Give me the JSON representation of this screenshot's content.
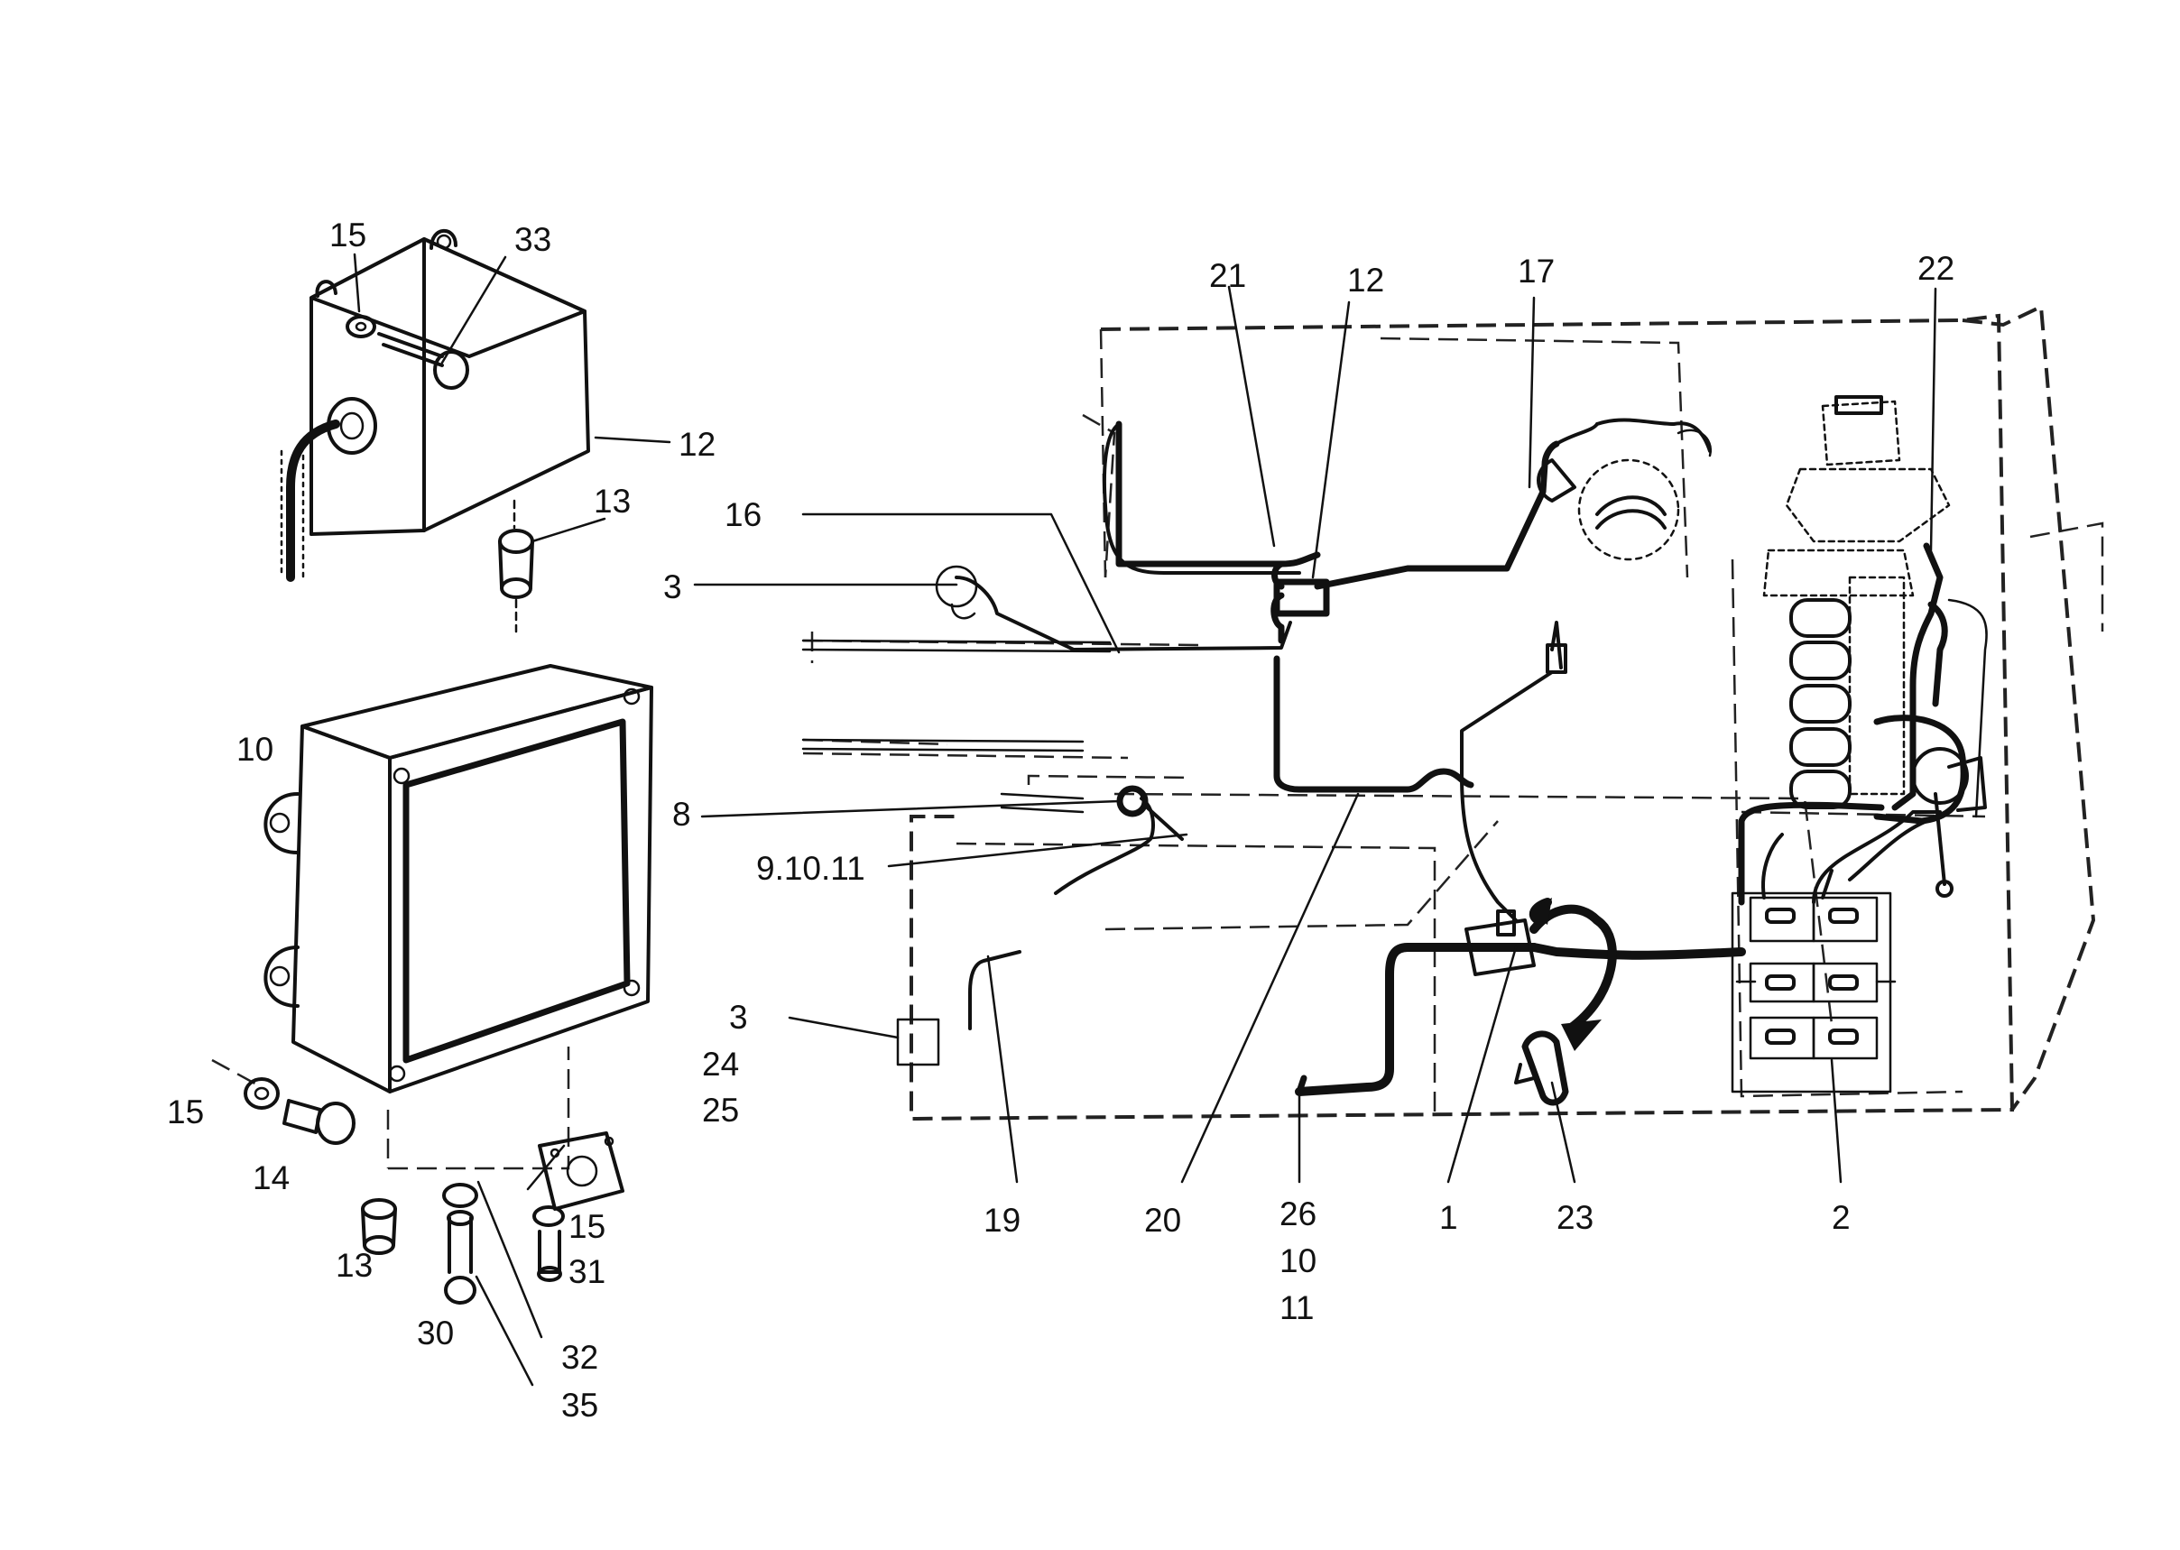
{
  "diagram": {
    "callouts": {
      "c15_top": "15",
      "c33": "33",
      "c12_left": "12",
      "c13_top": "13",
      "c16": "16",
      "c3_top": "3",
      "c10_left": "10",
      "c8": "8",
      "c9_10_11": "9.10.11",
      "c3_mid": "3",
      "c24": "24",
      "c25": "25",
      "c15_bot_left": "15",
      "c14": "14",
      "c13_bot": "13",
      "c15_bot_right": "15",
      "c31": "31",
      "c30": "30",
      "c32": "32",
      "c35": "35",
      "c21": "21",
      "c12_right": "12",
      "c17": "17",
      "c22": "22",
      "c19": "19",
      "c20": "20",
      "c26": "26",
      "c10_bottom": "10",
      "c11_bottom": "11",
      "c1": "1",
      "c23": "23",
      "c2": "2"
    }
  }
}
